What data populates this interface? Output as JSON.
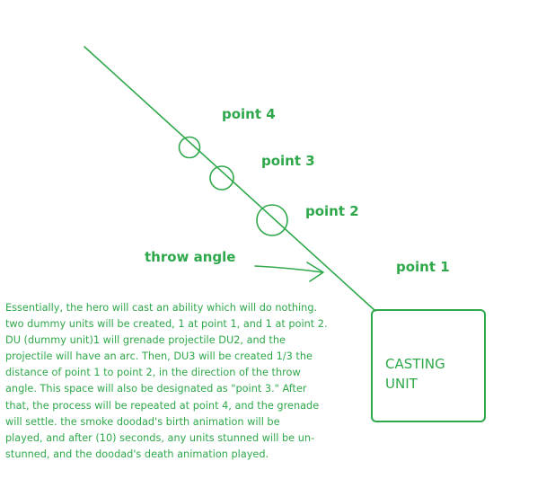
{
  "colors": {
    "ink": "#2ea84a",
    "background": "#ffffff"
  },
  "labels": {
    "point4": "point 4",
    "point3": "point 3",
    "point2": "point 2",
    "point1": "point 1",
    "throw_angle": "throw angle",
    "casting_unit_line1": "CASTING",
    "casting_unit_line2": "UNIT"
  },
  "description": {
    "lines": [
      "Essentially, the hero will cast an ability which will do nothing.",
      "two dummy units will be created, 1 at point 1, and 1 at point 2.",
      " DU (dummy unit)1 will grenade projectile DU2, and the",
      "projectile will have an arc.  Then, DU3 will be created 1/3 the",
      "distance of point 1 to point 2, in the direction of the throw",
      "angle.  This space will also be designated as \"point 3.\"  After",
      "that, the process will be repeated at point 4, and the grenade",
      "will settle.  the smoke doodad's birth animation will be",
      "played, and after (10) seconds, any units stunned will be un-",
      "stunned, and the doodad's death animation played."
    ]
  }
}
